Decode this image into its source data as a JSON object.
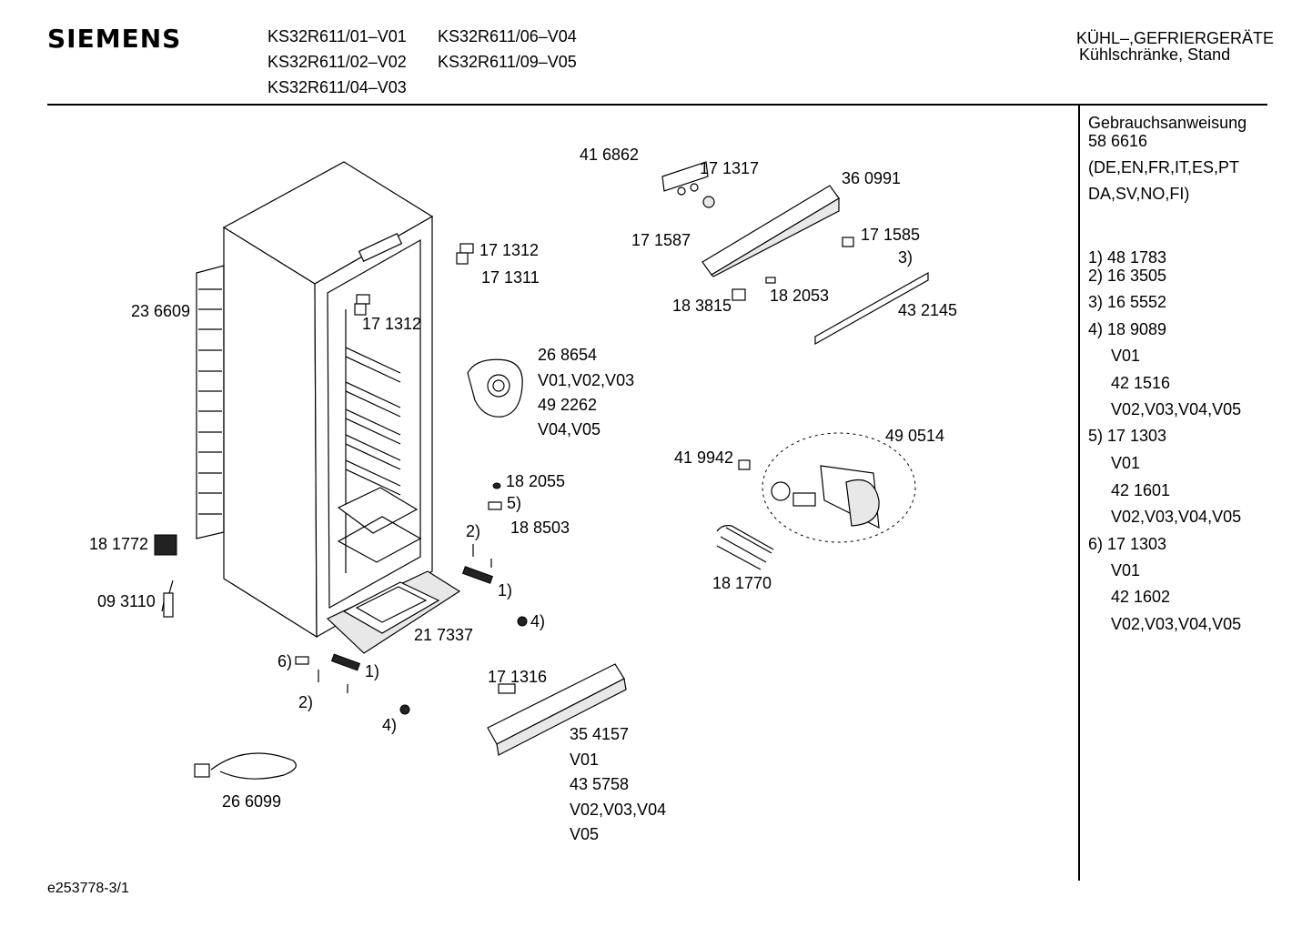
{
  "header": {
    "brand": "SIEMENS",
    "models": [
      "KS32R611/01–V01",
      "KS32R611/06–V04",
      "KS32R611/02–V02",
      "KS32R611/09–V05",
      "KS32R611/04–V03"
    ],
    "category_line1": "KÜHL–,GEFRIERGERÄTE",
    "category_line2": "Kühlschränke, Stand"
  },
  "sidebar": {
    "title": "Gebrauchsanweisung",
    "number": "58 6616",
    "langs1": "(DE,EN,FR,IT,ES,PT",
    "langs2": "DA,SV,NO,FI)",
    "items": [
      "1) 48 1783",
      "2) 16 3505",
      "3) 16 5552",
      "4) 18 9089",
      "V01",
      "42 1516",
      "V02,V03,V04,V05",
      "5) 17 1303",
      "V01",
      "42 1601",
      "V02,V03,V04,V05",
      "6) 17 1303",
      "V01",
      "42 1602",
      "V02,V03,V04,V05"
    ]
  },
  "parts": [
    "41 6862",
    "17 1317",
    "36 0991",
    "17 1312",
    "17 1311",
    "17 1587",
    "17 1585",
    "3)",
    "23 6609",
    "17 1312",
    "18 3815",
    "18 2053",
    "43 2145",
    "26 8654",
    "V01,V02,V03",
    "49 2262",
    "V04,V05",
    "49 0514",
    "41 9942",
    "18 2055",
    "5)",
    "18 8503",
    "2)",
    "18 1772",
    "1)",
    "18 1770",
    "09 3110",
    "4)",
    "21 7337",
    "6)",
    "1)",
    "17 1316",
    "2)",
    "4)",
    "35 4157",
    "V01",
    "43 5758",
    "V02,V03,V04",
    "V05",
    "26 6099"
  ],
  "footer": {
    "code": "e253778-3/1"
  }
}
